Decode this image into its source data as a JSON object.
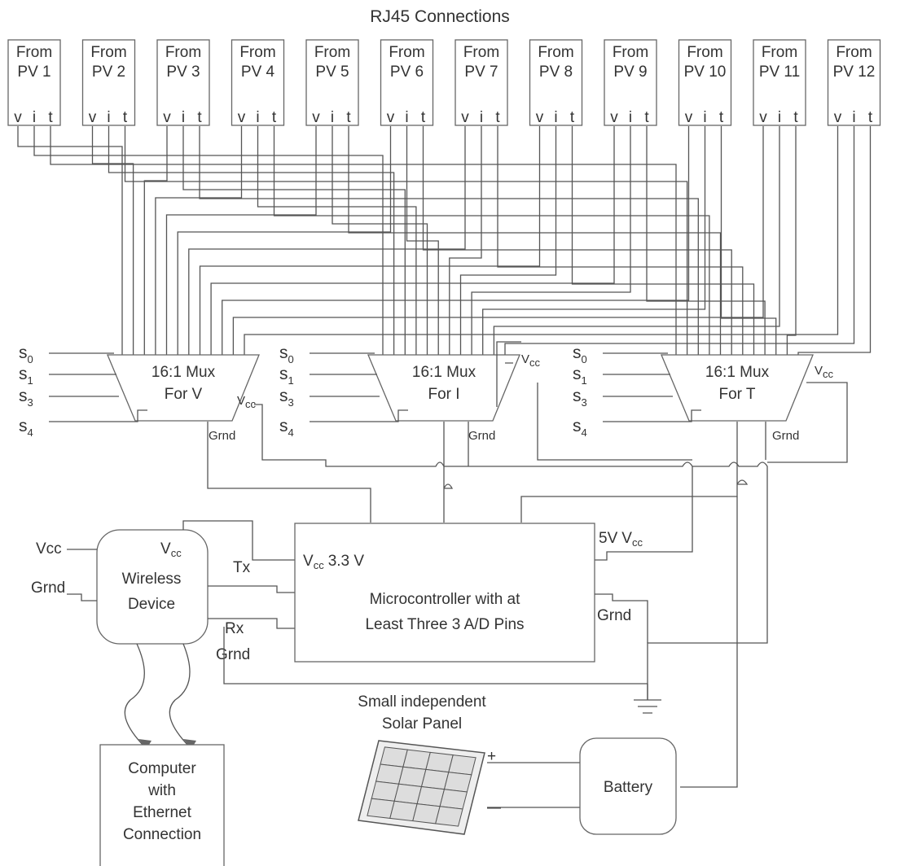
{
  "title": "RJ45 Connections",
  "pv_modules": [
    {
      "line1": "From",
      "line2": "PV 1"
    },
    {
      "line1": "From",
      "line2": "PV 2"
    },
    {
      "line1": "From",
      "line2": "PV 3"
    },
    {
      "line1": "From",
      "line2": "PV 4"
    },
    {
      "line1": "From",
      "line2": "PV 5"
    },
    {
      "line1": "From",
      "line2": "PV 6"
    },
    {
      "line1": "From",
      "line2": "PV 7"
    },
    {
      "line1": "From",
      "line2": "PV 8"
    },
    {
      "line1": "From",
      "line2": "PV 9"
    },
    {
      "line1": "From",
      "line2": "PV 10"
    },
    {
      "line1": "From",
      "line2": "PV 11"
    },
    {
      "line1": "From",
      "line2": "PV 12"
    }
  ],
  "pin_labels": [
    "v",
    "i",
    "t"
  ],
  "select_lines": [
    {
      "base": "s",
      "sub": "0"
    },
    {
      "base": "s",
      "sub": "1"
    },
    {
      "base": "s",
      "sub": "3"
    },
    {
      "base": "s",
      "sub": "4"
    }
  ],
  "muxes": [
    {
      "line1": "16:1 Mux",
      "line2": "For V"
    },
    {
      "line1": "16:1 Mux",
      "line2": "For I"
    },
    {
      "line1": "16:1 Mux",
      "line2": "For T"
    }
  ],
  "vcc": {
    "base": "V",
    "sub": "cc"
  },
  "grnd": "Grnd",
  "wireless": {
    "vcc_in": "Vcc",
    "grnd_in": "Grnd",
    "line1": "Wireless",
    "line2": "Device",
    "tx": "Tx",
    "rx": "Rx",
    "grnd_out": "Grnd"
  },
  "microcontroller": {
    "supply": "3.3 V",
    "line1": "Microcontroller with at",
    "line2": "Least Three 3 A/D Pins",
    "supply_5v_prefix": "5V",
    "grnd": "Grnd"
  },
  "computer": {
    "lines": [
      "Computer",
      "with",
      "Ethernet",
      "Connection"
    ]
  },
  "solar_panel": {
    "line1": "Small independent",
    "line2": "Solar Panel",
    "plus": "+",
    "minus": "—"
  },
  "battery": "Battery"
}
